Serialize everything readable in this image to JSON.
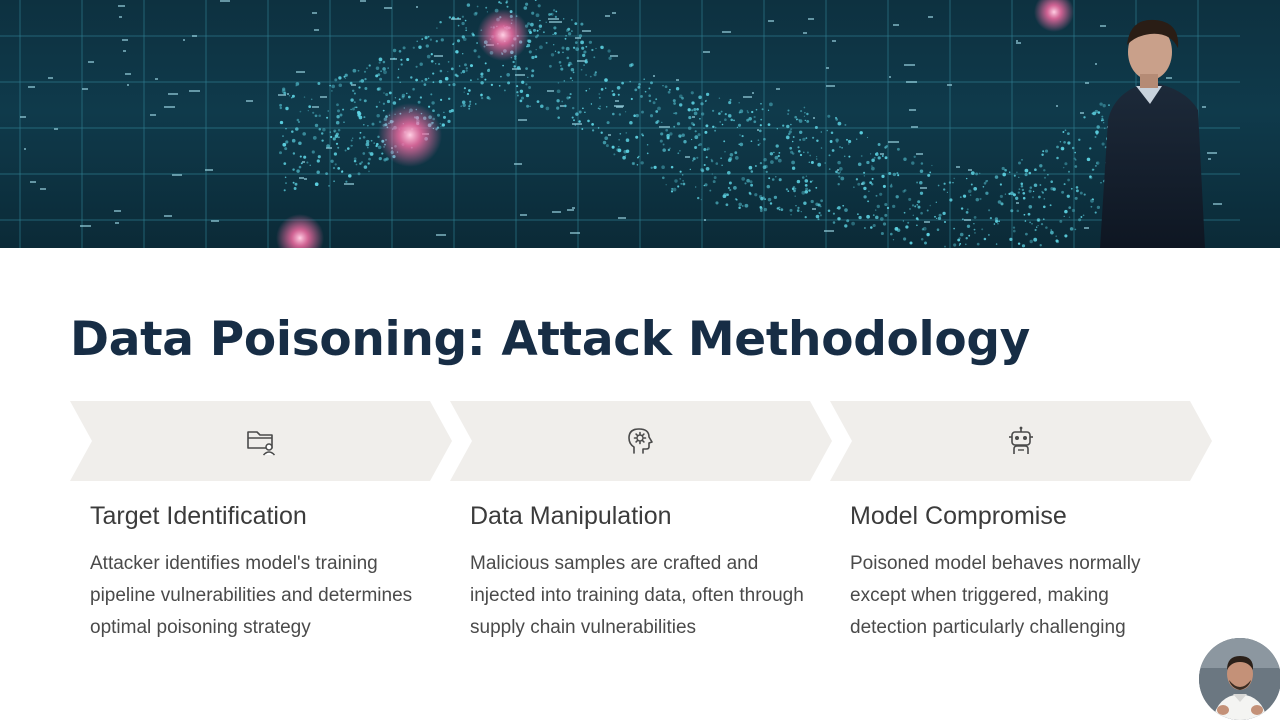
{
  "slide": {
    "title": "Data Poisoning: Attack Methodology"
  },
  "steps": [
    {
      "icon": "folder-user-icon",
      "title": "Target Identification",
      "description": "Attacker identifies model's training pipeline vulnerabilities and determines optimal poisoning strategy"
    },
    {
      "icon": "head-gear-icon",
      "title": "Data Manipulation",
      "description": "Malicious samples are crafted and injected into training data, often through supply chain vulnerabilities"
    },
    {
      "icon": "robot-icon",
      "title": "Model Compromise",
      "description": "Poisoned model behaves normally except when triggered, making detection particularly challenging"
    }
  ],
  "colors": {
    "title": "#172d45",
    "chevron_fill": "#f0eeeb",
    "hero_background": "#0f3a4b",
    "particle_cyan": "#5fd6e6",
    "particle_pink": "#ff6fa8"
  },
  "presenter": {
    "avatar": "presenter-avatar"
  }
}
